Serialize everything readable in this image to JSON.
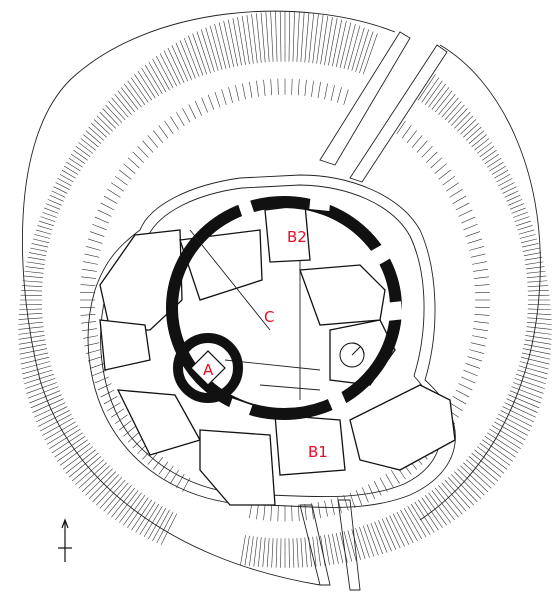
{
  "plan": {
    "labels": {
      "tower": "A",
      "wing_south": "B1",
      "wing_north": "B2",
      "courtyard": "C"
    },
    "colors": {
      "label": "#e0102a",
      "wall": "#111111",
      "background": "#ffffff"
    },
    "icons": [
      "north-arrow-icon"
    ]
  }
}
